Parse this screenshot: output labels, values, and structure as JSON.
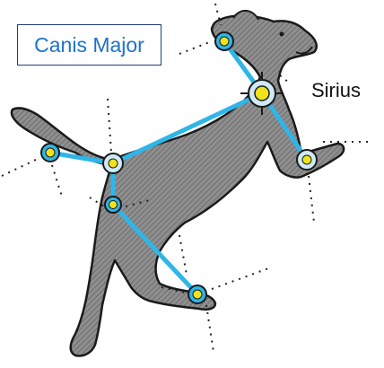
{
  "title": "Canis Major",
  "star_label": "Sirius",
  "colors": {
    "title_text": "#1e73c8",
    "title_border": "#1f3d7a",
    "constellation_line": "#2fb6e8",
    "star_core": "#f2e21a",
    "dog_fill": "#8f8f8f",
    "dog_outline": "#1a1a1a"
  },
  "stars": [
    "head-top-star",
    "sirius-star",
    "front-paw-star",
    "tail-star",
    "back-star",
    "hip-star",
    "hind-paw-star"
  ],
  "connections": [
    [
      "head-top-star",
      "sirius-star"
    ],
    [
      "sirius-star",
      "front-paw-star"
    ],
    [
      "sirius-star",
      "back-star"
    ],
    [
      "back-star",
      "tail-star"
    ],
    [
      "back-star",
      "hip-star"
    ],
    [
      "hip-star",
      "hind-paw-star"
    ]
  ]
}
